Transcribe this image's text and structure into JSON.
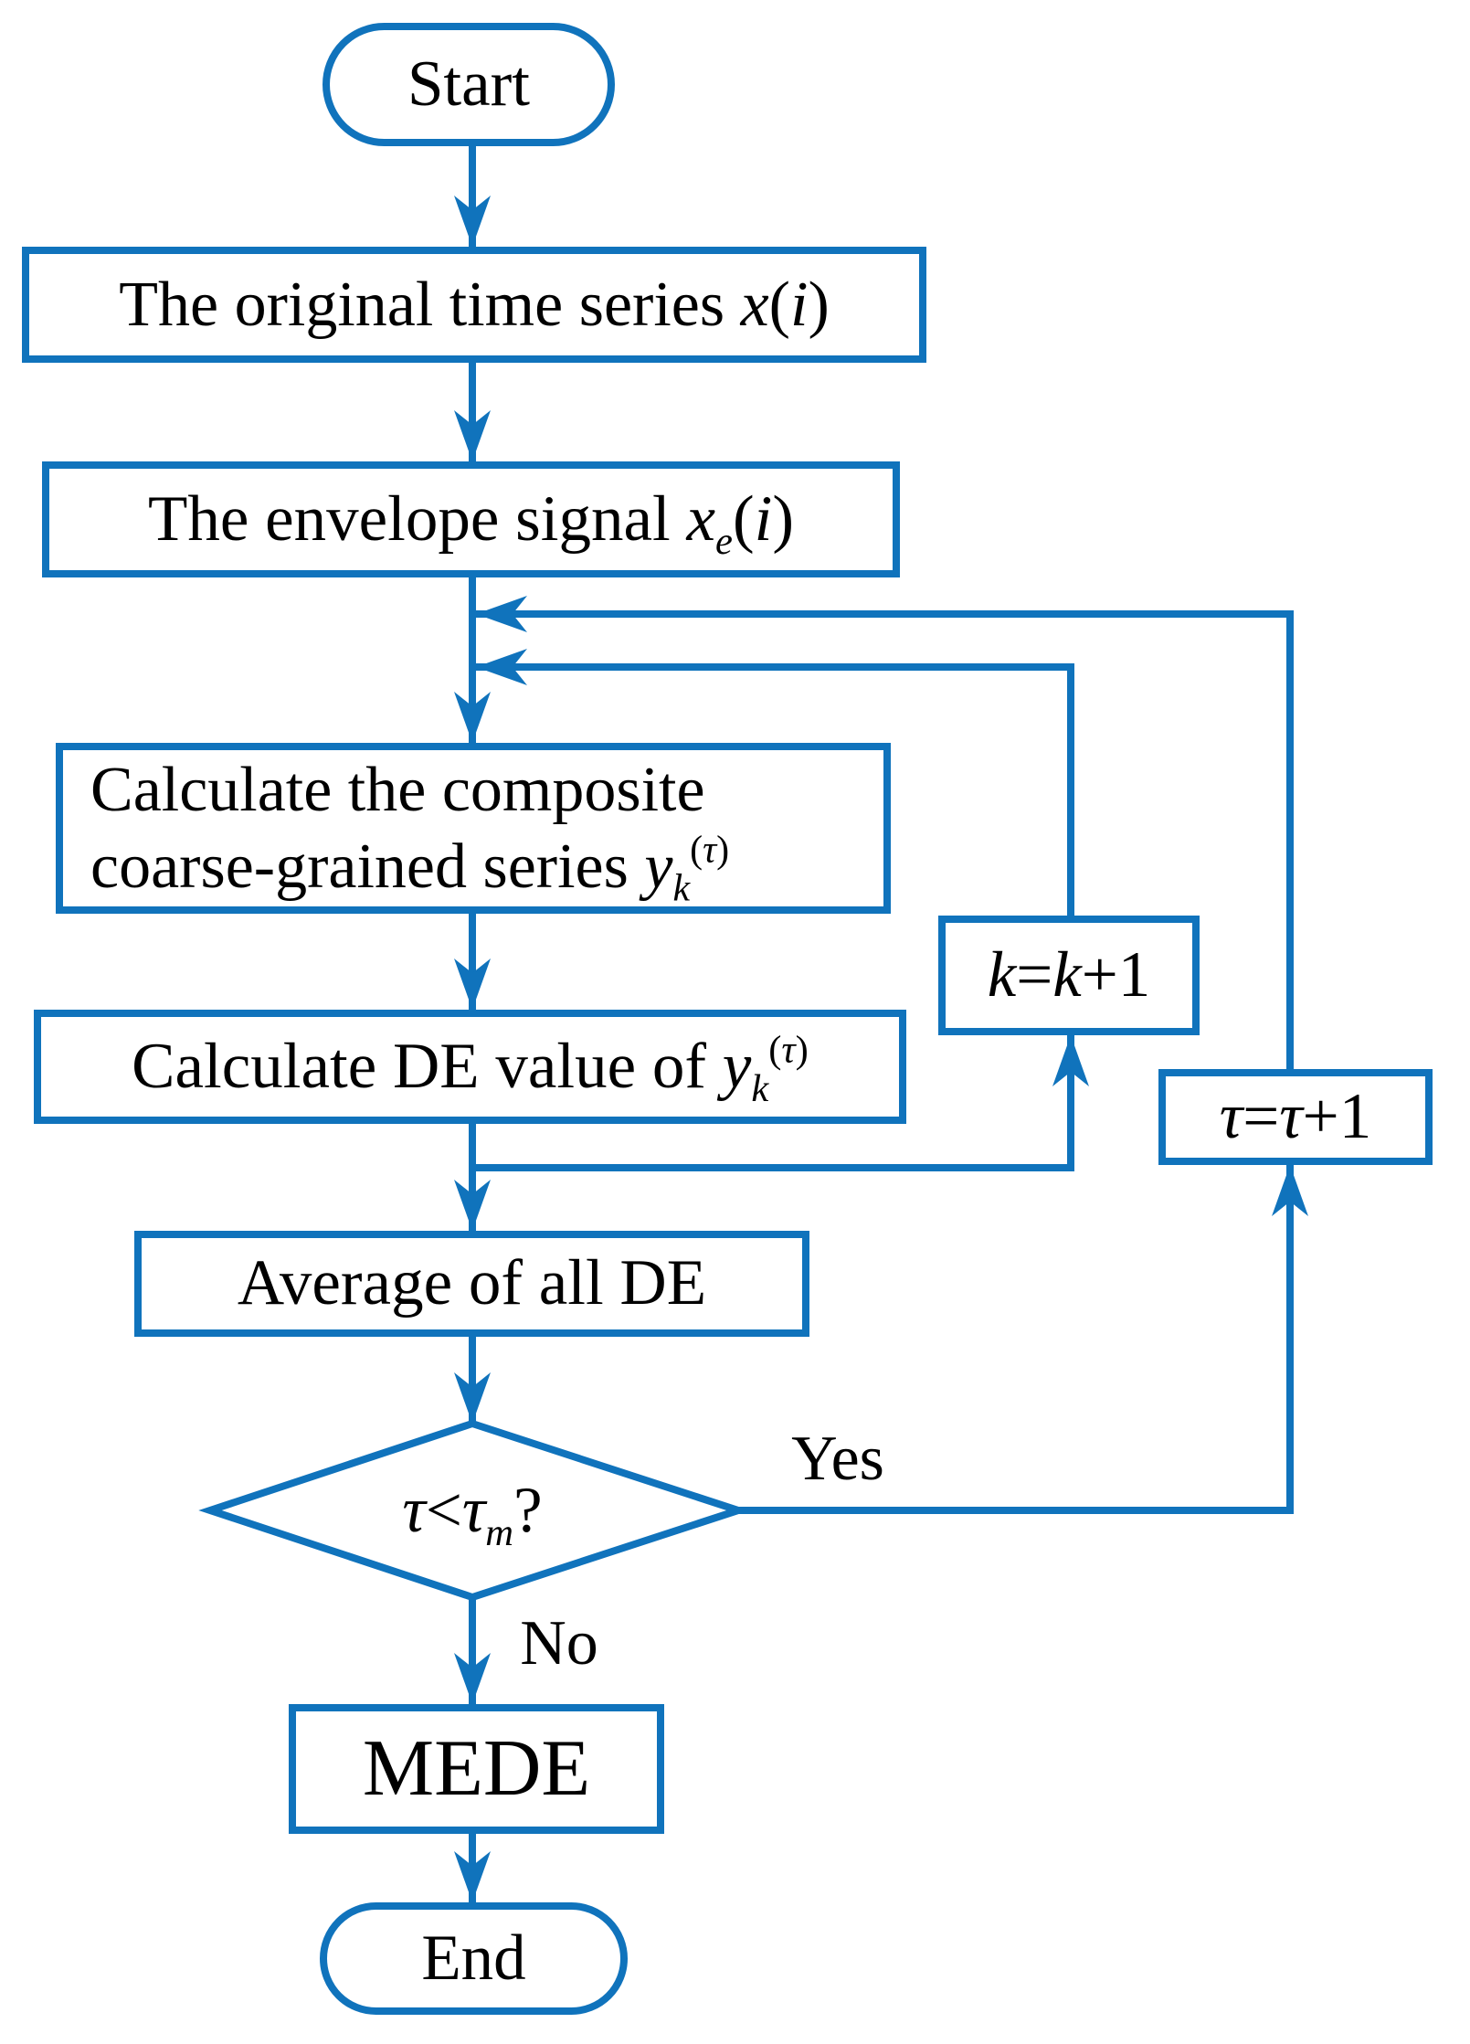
{
  "diagram": {
    "background": "#FFFFFF",
    "accent_color": "#1073BC",
    "text_color": "#000000"
  },
  "nodes": {
    "start": {
      "type": "terminator",
      "label": "Start"
    },
    "original": {
      "type": "process",
      "lines": [
        [
          {
            "t": "The original time series "
          },
          {
            "t": "x",
            "s": "i"
          },
          {
            "t": "("
          },
          {
            "t": "i",
            "s": "i"
          },
          {
            "t": ")"
          }
        ]
      ]
    },
    "envelope": {
      "type": "process",
      "lines": [
        [
          {
            "t": "The envelope signal "
          },
          {
            "t": "x",
            "s": "i"
          },
          {
            "t": "e",
            "s": "sub-i"
          },
          {
            "t": "("
          },
          {
            "t": "i",
            "s": "i"
          },
          {
            "t": ")"
          }
        ]
      ]
    },
    "composite": {
      "type": "process",
      "lines": [
        [
          {
            "t": "Calculate the composite"
          }
        ],
        [
          {
            "t": "coarse-grained series "
          },
          {
            "t": "y",
            "s": "i"
          },
          {
            "t": "k",
            "s": "sub-i"
          },
          {
            "t": "(",
            "s": "sup"
          },
          {
            "t": "τ",
            "s": "sup-i"
          },
          {
            "t": ")",
            "s": "sup"
          }
        ]
      ]
    },
    "k_increment": {
      "type": "process",
      "lines": [
        [
          {
            "t": "k",
            "s": "i"
          },
          {
            "t": "="
          },
          {
            "t": "k",
            "s": "i"
          },
          {
            "t": "+1"
          }
        ]
      ]
    },
    "de": {
      "type": "process",
      "lines": [
        [
          {
            "t": "Calculate DE value of "
          },
          {
            "t": "y",
            "s": "i"
          },
          {
            "t": "k",
            "s": "sub-i"
          },
          {
            "t": "(",
            "s": "sup"
          },
          {
            "t": "τ",
            "s": "sup-i"
          },
          {
            "t": ")",
            "s": "sup"
          }
        ]
      ]
    },
    "tau_increment": {
      "type": "process",
      "lines": [
        [
          {
            "t": "τ",
            "s": "i"
          },
          {
            "t": "="
          },
          {
            "t": "τ",
            "s": "i"
          },
          {
            "t": "+1"
          }
        ]
      ]
    },
    "average": {
      "type": "process",
      "label": "Average of all DE"
    },
    "decision": {
      "type": "decision",
      "lines": [
        [
          {
            "t": "τ",
            "s": "i"
          },
          {
            "t": "<"
          },
          {
            "t": "τ",
            "s": "i"
          },
          {
            "t": "m",
            "s": "sub-i"
          },
          {
            "t": "?"
          }
        ]
      ]
    },
    "mede": {
      "type": "process",
      "label": "MEDE"
    },
    "end": {
      "type": "terminator",
      "label": "End"
    }
  },
  "edge_labels": {
    "yes": "Yes",
    "no": "No"
  }
}
